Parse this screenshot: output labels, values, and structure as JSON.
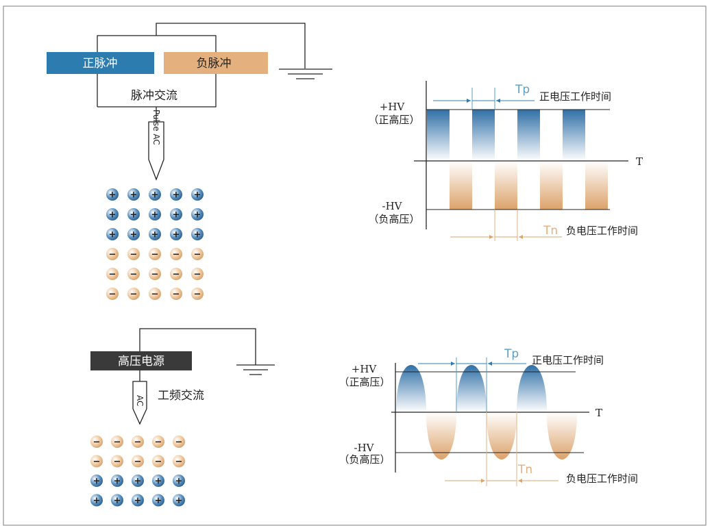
{
  "colors": {
    "positive": "#2d7cb0",
    "negative": "#e3b07e",
    "power_box": "#3a3a3a",
    "tp": "#5a9ec7",
    "tn": "#e3b07e",
    "line": "#222222"
  },
  "top": {
    "pos_pulse": "正脉冲",
    "neg_pulse": "负脉冲",
    "pulse_ac": "脉冲交流",
    "probe": "Pulse AC"
  },
  "top_chart": {
    "hv_pos": "+HV",
    "hv_pos_cn": "（正高压）",
    "hv_neg": "-HV",
    "hv_neg_cn": "（负高压）",
    "t_axis": "T",
    "tp": "Tp",
    "tn": "Tn",
    "pos_time": "正电压工作时间",
    "neg_time": "负电压工作时间"
  },
  "bottom": {
    "hv_source": "高压电源",
    "probe": "AC",
    "freq_ac": "工频交流"
  },
  "bottom_chart": {
    "hv_pos": "+HV",
    "hv_pos_cn": "（正高压）",
    "hv_neg": "-HV",
    "hv_neg_cn": "（负高压）",
    "t_axis": "T",
    "tp": "Tp",
    "tn": "Tn",
    "pos_time": "正电压工作时间",
    "neg_time": "负电压工作时间"
  },
  "ion_grids": {
    "top": [
      "+",
      "+",
      "+",
      "-",
      "-",
      "-"
    ],
    "bottom": [
      "-",
      "-",
      "+",
      "+"
    ],
    "columns": 5
  }
}
